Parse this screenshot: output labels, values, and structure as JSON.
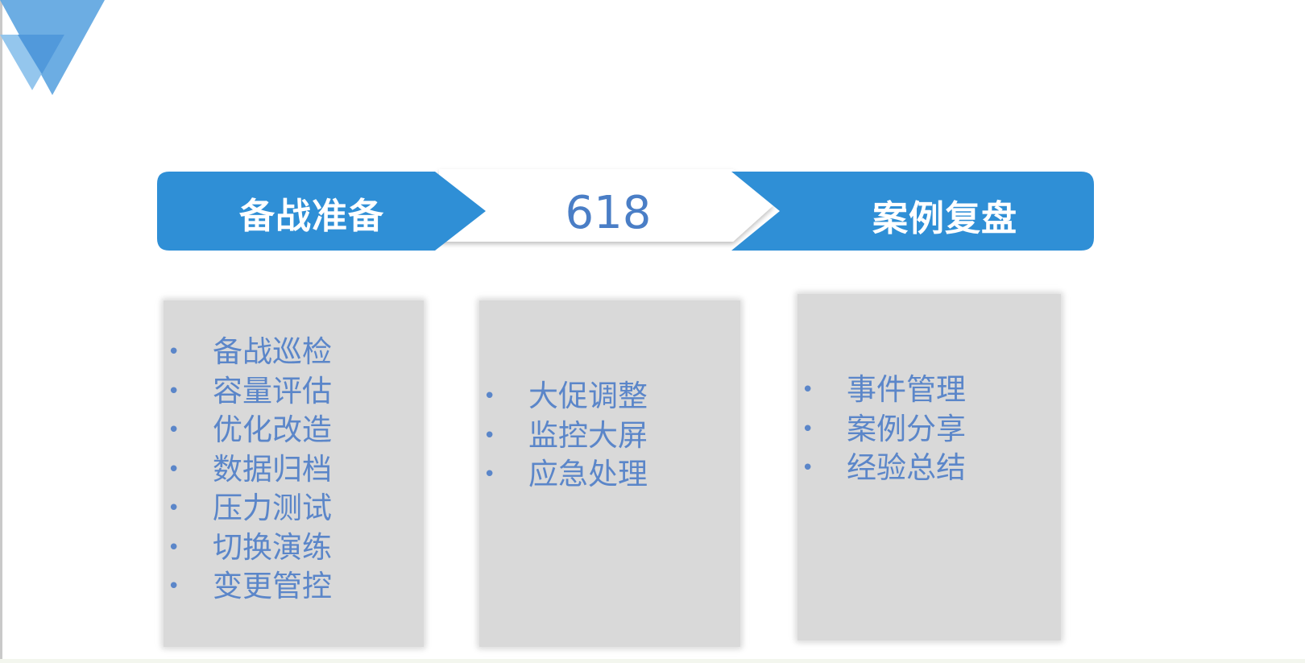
{
  "banner": {
    "left_label": "备战准备",
    "center_label": "618",
    "right_label": "案例复盘",
    "accent_color": "#2f8fd6",
    "center_color": "#4a7ec6"
  },
  "columns": [
    {
      "items": [
        "备战巡检",
        "容量评估",
        "优化改造",
        "数据归档",
        "压力测试",
        "切换演练",
        "变更管控"
      ]
    },
    {
      "items": [
        "大促调整",
        "监控大屏",
        "应急处理"
      ]
    },
    {
      "items": [
        "事件管理",
        "案例分享",
        "经验总结"
      ]
    }
  ],
  "colors": {
    "card_bg": "#d9d9d9",
    "item_text": "#5b86c9",
    "logo_light": "#7fb8e6",
    "logo_dark": "#3d8fd8"
  },
  "icons": {
    "corner": "triangle-logo-icon",
    "bullet": "bullet-dot-icon"
  }
}
